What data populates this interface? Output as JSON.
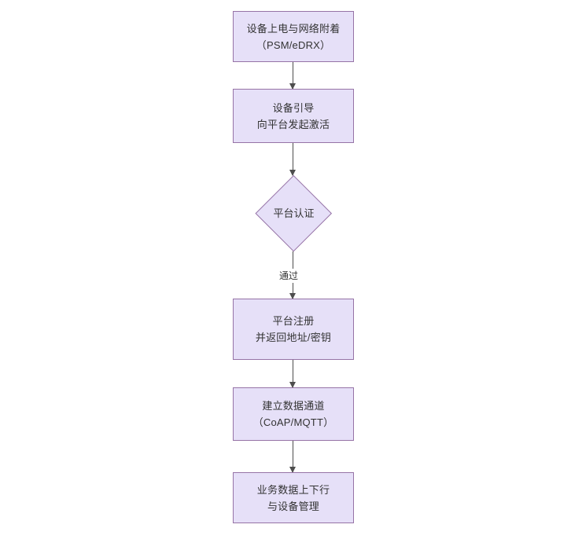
{
  "diagram": {
    "type": "flowchart",
    "orientation": "top-to-bottom",
    "background_color": "#ffffff",
    "node_fill_color": "#e6e0f8",
    "node_border_color": "#9673a6",
    "connector_color": "#4d4d4d",
    "text_color": "#333333",
    "nodes": [
      {
        "id": "boot",
        "shape": "rectangle",
        "lines": [
          "设备上电与网络附着",
          "（PSM/eDRX）"
        ]
      },
      {
        "id": "bootstrap",
        "shape": "rectangle",
        "lines": [
          "设备引导",
          "向平台发起激活"
        ]
      },
      {
        "id": "auth",
        "shape": "diamond",
        "lines": [
          "平台认证"
        ]
      },
      {
        "id": "register",
        "shape": "rectangle",
        "lines": [
          "平台注册",
          "并返回地址/密钥"
        ]
      },
      {
        "id": "channel",
        "shape": "rectangle",
        "lines": [
          "建立数据通道",
          "（CoAP/MQTT）"
        ]
      },
      {
        "id": "service",
        "shape": "rectangle",
        "lines": [
          "业务数据上下行",
          "与设备管理"
        ]
      }
    ],
    "edges": [
      {
        "id": "e1",
        "from": "boot",
        "to": "bootstrap",
        "label": ""
      },
      {
        "id": "e2",
        "from": "bootstrap",
        "to": "auth",
        "label": ""
      },
      {
        "id": "e3",
        "from": "auth",
        "to": "register",
        "label": "通过"
      },
      {
        "id": "e4",
        "from": "register",
        "to": "channel",
        "label": ""
      },
      {
        "id": "e5",
        "from": "channel",
        "to": "service",
        "label": ""
      }
    ]
  }
}
